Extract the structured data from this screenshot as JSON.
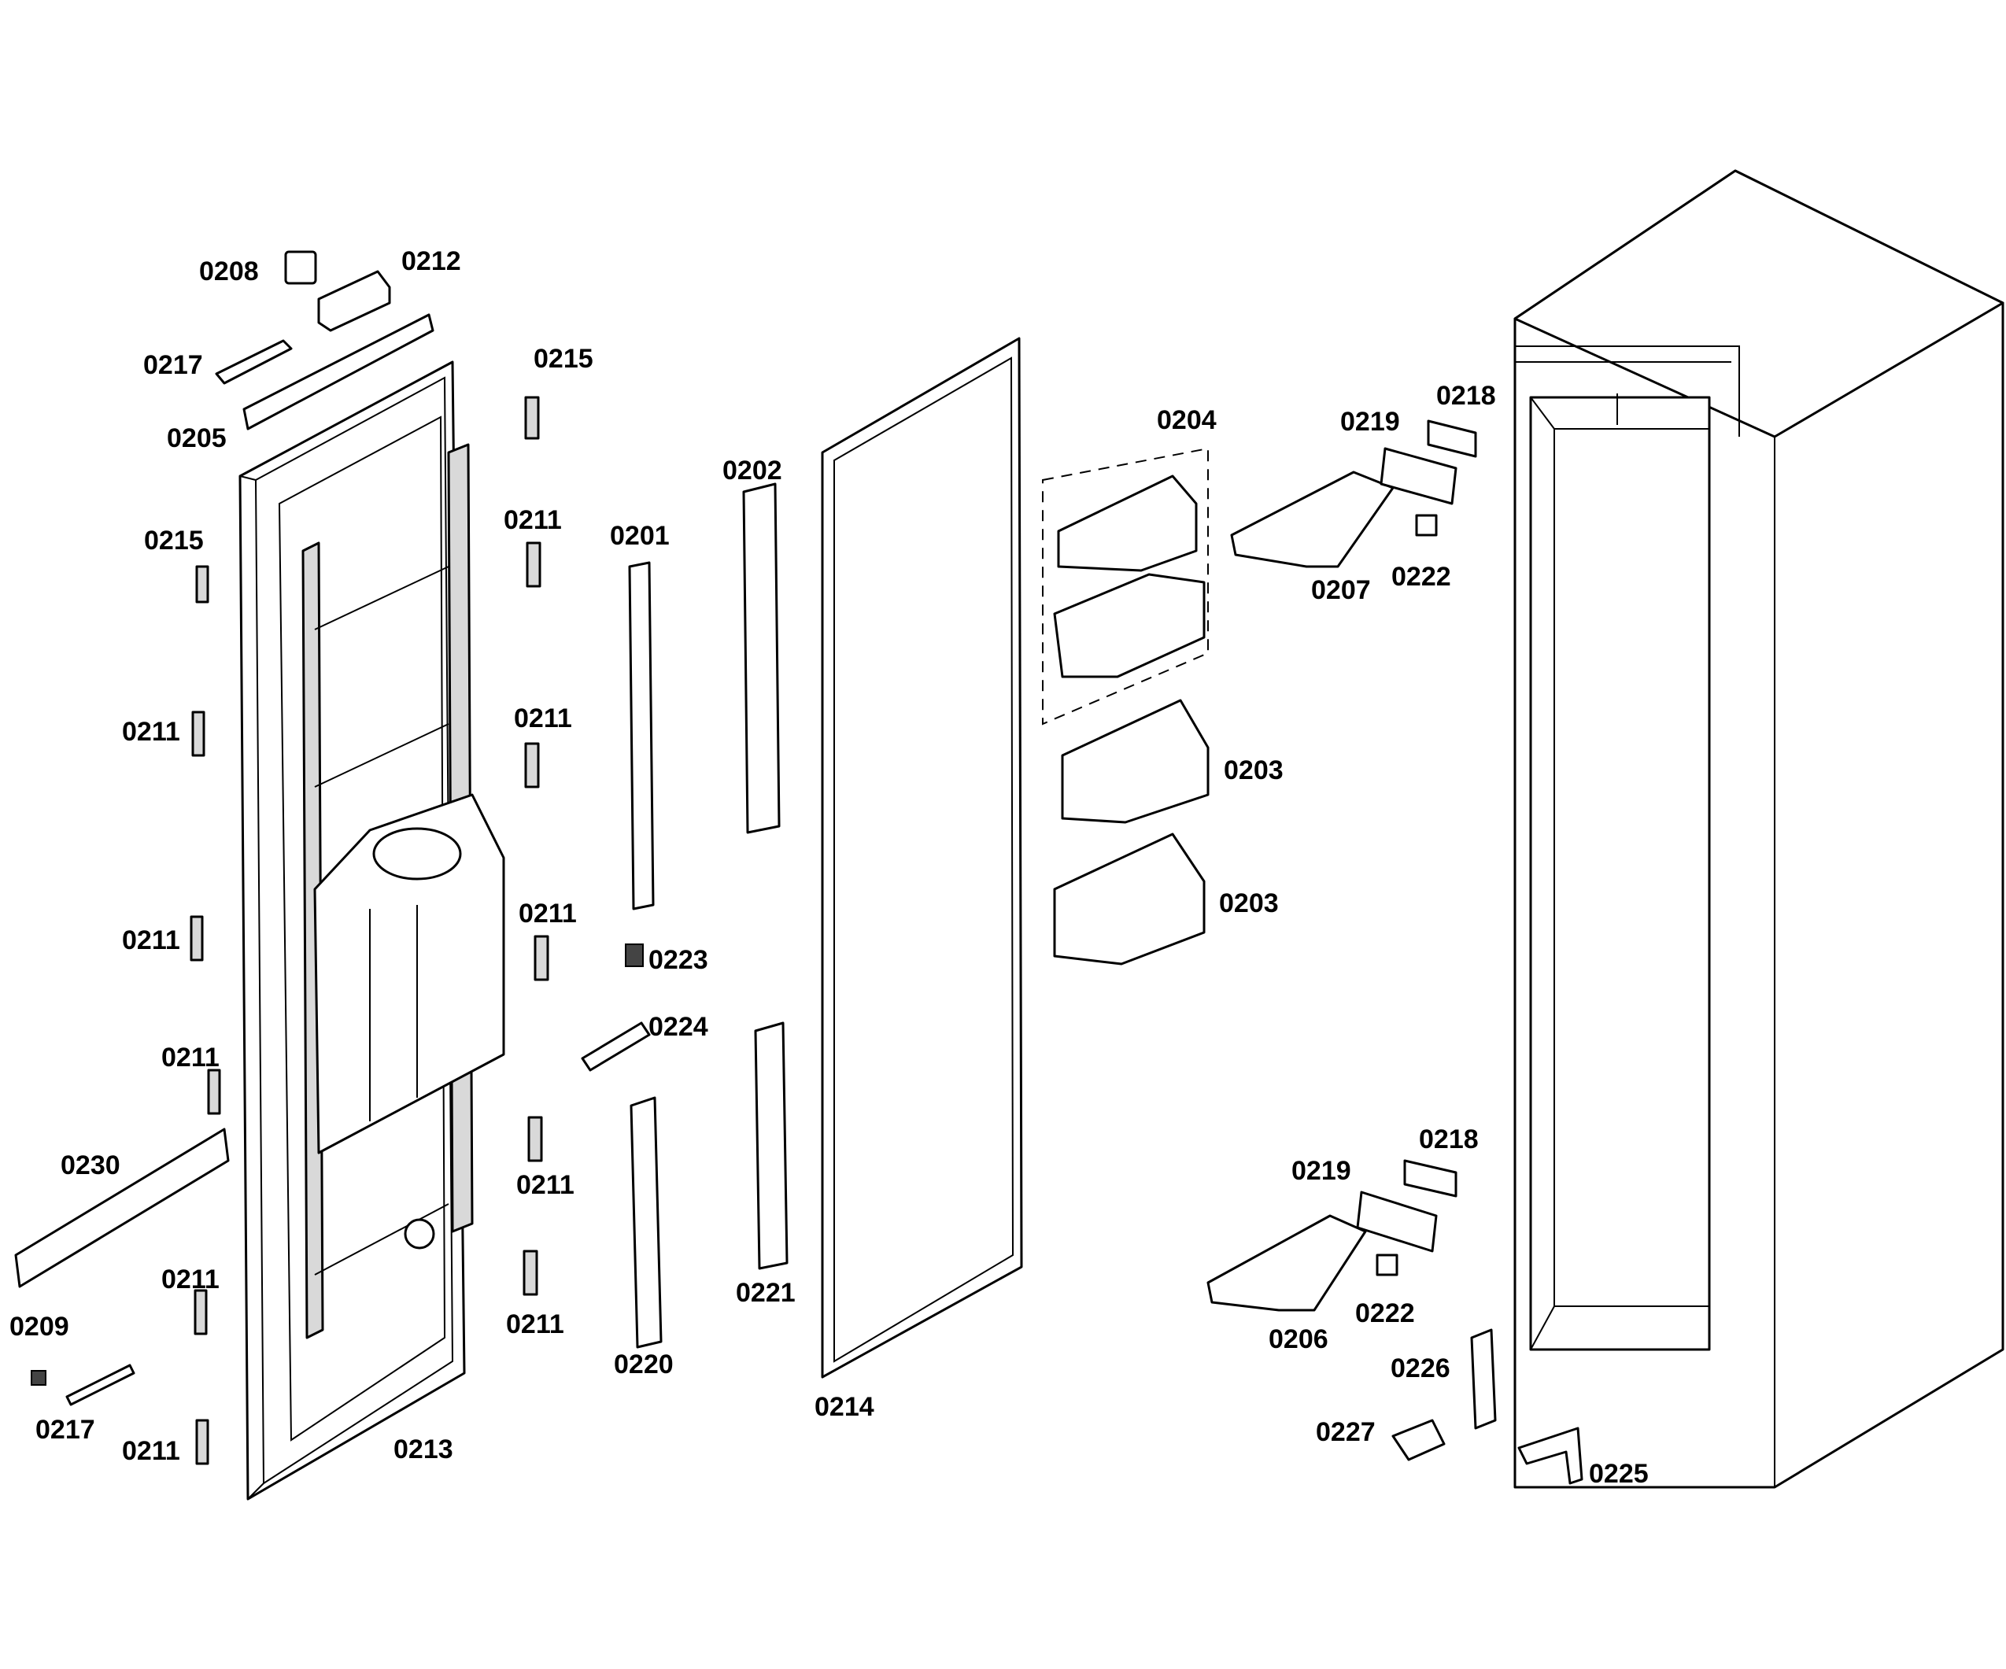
{
  "diagram": {
    "part_labels": [
      {
        "id": "p0208",
        "text": "0208"
      },
      {
        "id": "p0212",
        "text": "0212"
      },
      {
        "id": "p0217a",
        "text": "0217"
      },
      {
        "id": "p0205",
        "text": "0205"
      },
      {
        "id": "p0215a",
        "text": "0215"
      },
      {
        "id": "p0215b",
        "text": "0215"
      },
      {
        "id": "p0211a",
        "text": "0211"
      },
      {
        "id": "p0211b",
        "text": "0211"
      },
      {
        "id": "p0211c",
        "text": "0211"
      },
      {
        "id": "p0211d",
        "text": "0211"
      },
      {
        "id": "p0211e",
        "text": "0211"
      },
      {
        "id": "p0211f",
        "text": "0211"
      },
      {
        "id": "p0211g",
        "text": "0211"
      },
      {
        "id": "p0211h",
        "text": "0211"
      },
      {
        "id": "p0211i",
        "text": "0211"
      },
      {
        "id": "p0211j",
        "text": "0211"
      },
      {
        "id": "p0230",
        "text": "0230"
      },
      {
        "id": "p0209",
        "text": "0209"
      },
      {
        "id": "p0217b",
        "text": "0217"
      },
      {
        "id": "p0213",
        "text": "0213"
      },
      {
        "id": "p0201",
        "text": "0201"
      },
      {
        "id": "p0202",
        "text": "0202"
      },
      {
        "id": "p0223",
        "text": "0223"
      },
      {
        "id": "p0224",
        "text": "0224"
      },
      {
        "id": "p0220",
        "text": "0220"
      },
      {
        "id": "p0221",
        "text": "0221"
      },
      {
        "id": "p0214",
        "text": "0214"
      },
      {
        "id": "p0204",
        "text": "0204"
      },
      {
        "id": "p0203a",
        "text": "0203"
      },
      {
        "id": "p0203b",
        "text": "0203"
      },
      {
        "id": "p0219a",
        "text": "0219"
      },
      {
        "id": "p0218a",
        "text": "0218"
      },
      {
        "id": "p0207",
        "text": "0207"
      },
      {
        "id": "p0222a",
        "text": "0222"
      },
      {
        "id": "p0218b",
        "text": "0218"
      },
      {
        "id": "p0219b",
        "text": "0219"
      },
      {
        "id": "p0206",
        "text": "0206"
      },
      {
        "id": "p0222b",
        "text": "0222"
      },
      {
        "id": "p0226",
        "text": "0226"
      },
      {
        "id": "p0227",
        "text": "0227"
      },
      {
        "id": "p0225",
        "text": "0225"
      }
    ]
  }
}
